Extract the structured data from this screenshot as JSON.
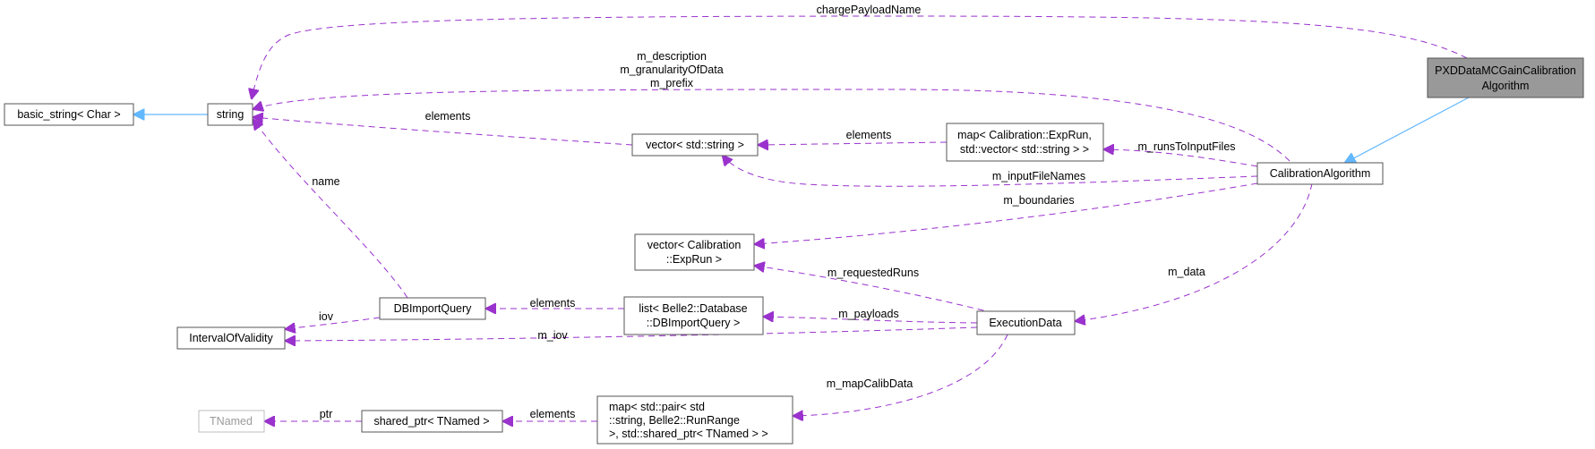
{
  "nodes": {
    "pxd": [
      "PXDDataMCGainCalibration",
      "Algorithm"
    ],
    "basic_string": [
      "basic_string< Char >"
    ],
    "string": [
      "string"
    ],
    "vector_string": [
      "vector< std::string >"
    ],
    "map_exprun": [
      "map< Calibration::ExpRun,",
      "std::vector< std::string > >"
    ],
    "calib_algo": [
      "CalibrationAlgorithm"
    ],
    "vector_exprun": [
      "vector< Calibration",
      "::ExpRun >"
    ],
    "dbimport": [
      "DBImportQuery"
    ],
    "list_db": [
      "list< Belle2::Database",
      "::DBImportQuery >"
    ],
    "iov": [
      "IntervalOfValidity"
    ],
    "exec_data": [
      "ExecutionData"
    ],
    "tnamed": [
      "TNamed"
    ],
    "shared_ptr": [
      "shared_ptr< TNamed >"
    ],
    "map_pair": [
      "map< std::pair< std",
      "::string, Belle2::RunRange",
      " >, std::shared_ptr< TNamed > >"
    ]
  },
  "edge_labels": {
    "charge_payload": "chargePayloadName",
    "description": [
      "m_description",
      "m_granularityOfData",
      "m_prefix"
    ],
    "elements_string": "elements",
    "elements_vector": "elements",
    "runs_to_input": "m_runsToInputFiles",
    "input_file_names": "m_inputFileNames",
    "boundaries": "m_boundaries",
    "name": "name",
    "data": "m_data",
    "requested_runs": "m_requestedRuns",
    "elements_db": "elements",
    "payloads": "m_payloads",
    "iov_edge": "iov",
    "m_iov": "m_iov",
    "map_calib_data": "m_mapCalibData",
    "elements_shared": "elements",
    "ptr": "ptr"
  },
  "colors": {
    "dependency_edge": "#9a32cd",
    "inheritance_edge": "#63b8ff",
    "highlight_node": "#999999"
  }
}
